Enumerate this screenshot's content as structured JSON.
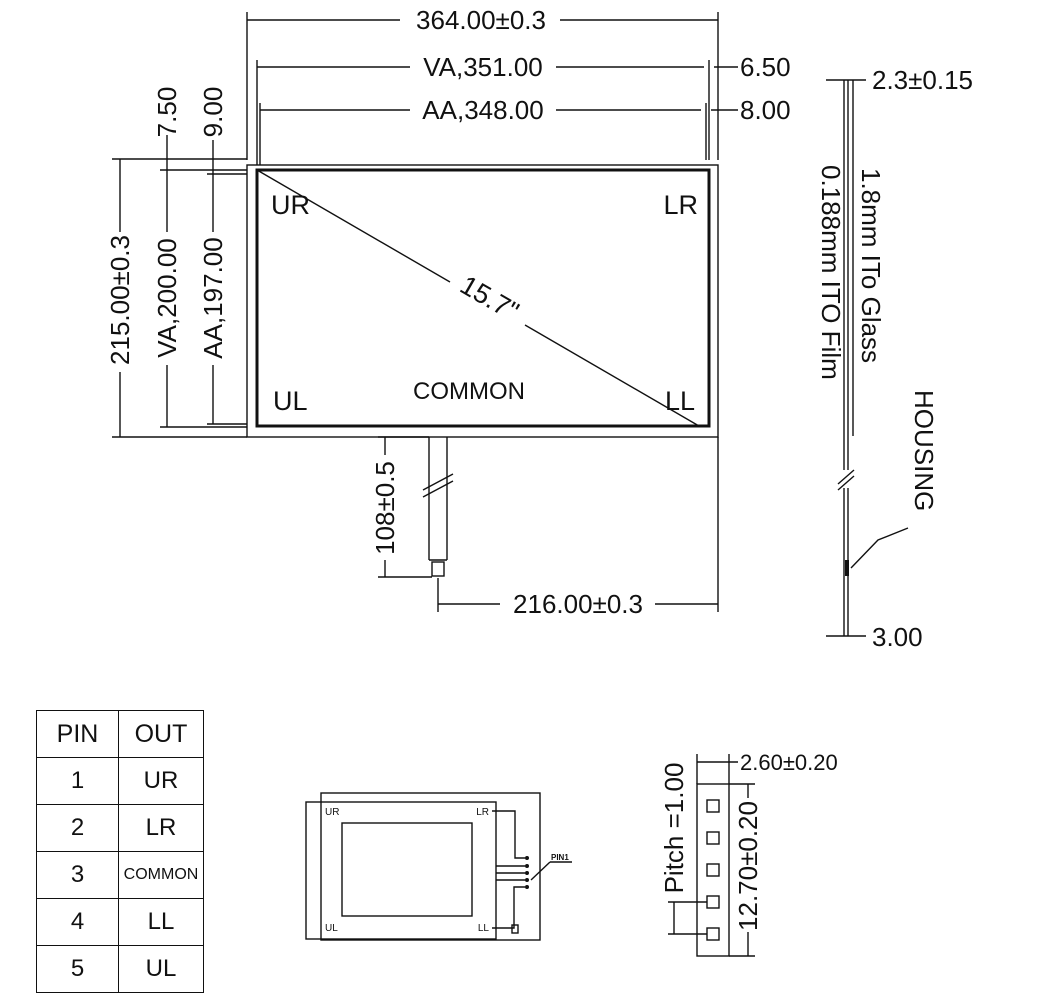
{
  "dimensions": {
    "overall_width": "364.00±0.3",
    "va_width": "VA,351.00",
    "aa_width": "AA,348.00",
    "right_offset_va": "6.50",
    "right_offset_aa": "8.00",
    "top_offset_va": "7.50",
    "top_offset_aa": "9.00",
    "overall_height": "215.00±0.3",
    "va_height": "VA,200.00",
    "aa_height": "AA,197.00",
    "tail_length": "108±0.5",
    "tail_position": "216.00±0.3",
    "total_thickness": "2.3±0.15",
    "housing_thickness": "3.00",
    "pin_housing_width": "2.60±0.20",
    "pin_span": "12.70±0.20",
    "pitch": "Pitch =1.00"
  },
  "panel": {
    "corner_ur": "UR",
    "corner_lr": "LR",
    "corner_ul": "UL",
    "corner_ll": "LL",
    "common": "COMMON",
    "diagonal": "15.7\""
  },
  "side_view": {
    "glass_label": "1.8mm ITo Glass",
    "film_label": "0.188mm ITO Film",
    "housing_label": "HOUSING"
  },
  "schematic": {
    "corner_ur": "UR",
    "corner_lr": "LR",
    "corner_ul": "UL",
    "corner_ll": "LL",
    "pin1": "PIN1"
  },
  "pin_table": {
    "headers": [
      "PIN",
      "OUT"
    ],
    "rows": [
      {
        "pin": "1",
        "out": "UR"
      },
      {
        "pin": "2",
        "out": "LR"
      },
      {
        "pin": "3",
        "out": "COMMON"
      },
      {
        "pin": "4",
        "out": "LL"
      },
      {
        "pin": "5",
        "out": "UL"
      }
    ]
  }
}
